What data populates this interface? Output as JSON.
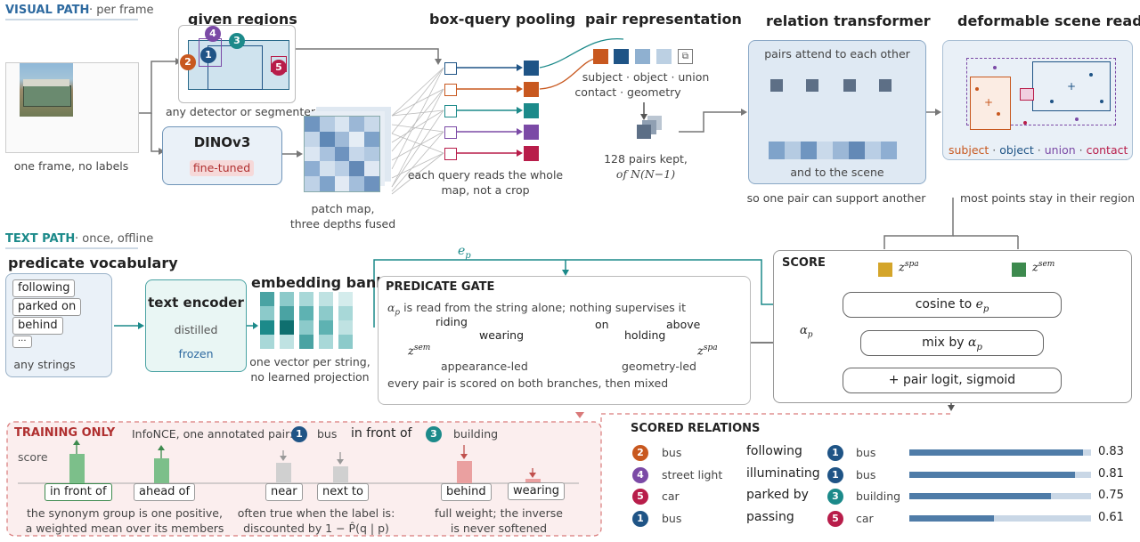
{
  "visual_path": {
    "label": "VISUAL PATH",
    "sub": "· per frame"
  },
  "frame_caption": "one frame, no labels",
  "given_regions": {
    "title": "given regions",
    "caption": "any detector or segmenter",
    "ids": [
      "4",
      "3",
      "2",
      "1",
      "5"
    ]
  },
  "dino": {
    "title": "DINOv3",
    "badge": "fine-tuned"
  },
  "patch_map": {
    "caption1": "patch map,",
    "caption2": "three depths fused"
  },
  "pooling": {
    "title": "box-query pooling",
    "caption1": "each query reads the whole",
    "caption2": "map, not a crop"
  },
  "pair_rep": {
    "title": "pair representation",
    "caption1": "subject · object · union",
    "caption2": "contact · geometry",
    "kept1": "128 pairs kept,",
    "kept2": "of N(N−1)"
  },
  "relation_transformer": {
    "title": "relation transformer",
    "top": "pairs attend to each other",
    "bottom": "and to the scene",
    "caption": "so one pair can support another"
  },
  "deformable": {
    "title": "deformable scene read",
    "legend": [
      "subject",
      "·",
      "object",
      "·",
      "union",
      "·",
      "contact"
    ],
    "caption": "most points stay in their region"
  },
  "text_path": {
    "label": "TEXT PATH",
    "sub": "· once, offline"
  },
  "vocab": {
    "title": "predicate vocabulary",
    "words": [
      "following",
      "parked on",
      "behind",
      "···"
    ],
    "caption": "any strings"
  },
  "text_encoder": {
    "title": "text encoder",
    "sub": "distilled",
    "frozen": "frozen"
  },
  "embedding_bank": {
    "title": "embedding bank",
    "caption1": "one vector per string,",
    "caption2": "no learned projection"
  },
  "ep_label": "e",
  "ep_sub": "p",
  "gate": {
    "title": "PREDICATE GATE",
    "desc": "is read from the string alone; nothing supervises it",
    "alpha": "α",
    "alpha_sub": "p",
    "left": "z",
    "left_sup": "sem",
    "right": "z",
    "right_sup": "spa",
    "ticks": [
      "riding",
      "wearing",
      "on",
      "holding",
      "above"
    ],
    "low": "appearance-led",
    "high": "geometry-led",
    "caption": "every pair is scored on both branches, then mixed"
  },
  "score": {
    "title": "SCORE",
    "zspa": "z",
    "zspa_sup": "spa",
    "zsem": "z",
    "zsem_sup": "sem",
    "cosine": "cosine to",
    "mix": "mix by",
    "logit": "+ pair logit, sigmoid",
    "alpha_in": "α"
  },
  "training": {
    "title": "TRAINING ONLY",
    "infonce": "InfoNCE, one annotated pair:",
    "subj_id": "1",
    "subj": "bus",
    "pred": "in front of",
    "obj_id": "3",
    "obj": "building",
    "score_label": "score",
    "labels": [
      "in front of",
      "ahead of",
      "near",
      "next to",
      "behind",
      "wearing"
    ],
    "cap_a1": "the synonym group is one positive,",
    "cap_a2": "a weighted mean over its members",
    "cap_b1": "often true when the label is:",
    "cap_b2": "discounted by 1 − P̂(q | p)",
    "cap_c1": "full weight; the inverse",
    "cap_c2": "is never softened"
  },
  "scored_relations": {
    "title": "SCORED RELATIONS",
    "rows": [
      {
        "sid": "2",
        "subj": "bus",
        "pred": "following",
        "oid": "1",
        "obj": "bus",
        "score": "0.83",
        "value": 0.83
      },
      {
        "sid": "4",
        "subj": "street light",
        "pred": "illuminating",
        "oid": "1",
        "obj": "bus",
        "score": "0.81",
        "value": 0.81
      },
      {
        "sid": "5",
        "subj": "car",
        "pred": "parked by",
        "oid": "3",
        "obj": "building",
        "score": "0.75",
        "value": 0.75
      },
      {
        "sid": "1",
        "subj": "bus",
        "pred": "passing",
        "oid": "5",
        "obj": "car",
        "score": "0.61",
        "value": 0.61
      }
    ]
  },
  "colors": {
    "orange": "#c8581f",
    "blue": "#1f5486",
    "teal": "#1c8a8a",
    "purple": "#7b4aa6",
    "crimson": "#b81d4a",
    "accent": "#2e6aa0"
  }
}
